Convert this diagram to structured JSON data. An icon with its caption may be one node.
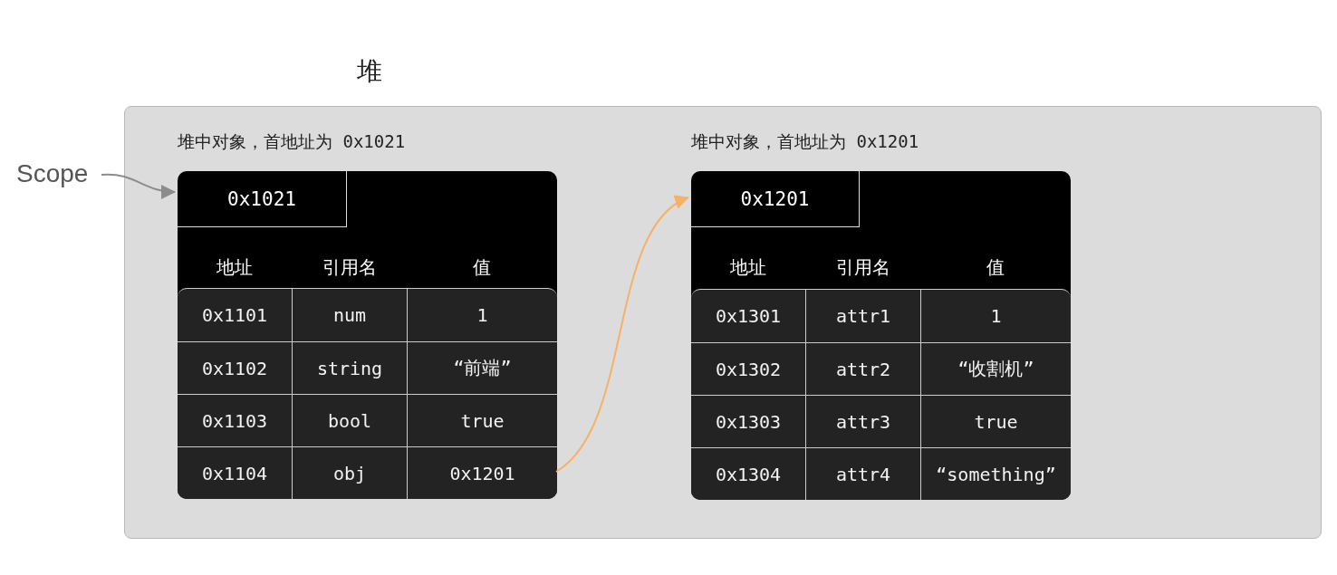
{
  "diagram": {
    "nodes": [
      {
        "text": [
          "堆"
        ]
      },
      {
        "text": [
          "Scope"
        ]
      },
      {
        "text": [
          "堆中对象，首地址为 0x1021"
        ],
        "in": 0
      },
      {
        "text": [
          "0x1021"
        ],
        "in": 2
      },
      {
        "text": [
          "0x1201"
        ],
        "in": 2
      },
      {
        "text": [
          "堆中对象，首地址为 0x1201"
        ],
        "in": 0
      },
      {
        "text": [
          "0x1201"
        ],
        "in": 5
      }
    ],
    "edges": [
      {
        "from": 1,
        "to": 3,
        "arrow": "to",
        "color": "#8c8c8c"
      },
      {
        "from": 4,
        "to": 6,
        "arrow": "to",
        "color": "#f5b266"
      }
    ],
    "labels": [
      "地址",
      "引用名",
      "值",
      "0x1101",
      "num",
      "1",
      "0x1102",
      "string",
      "“前端”",
      "0x1103",
      "bool",
      "true",
      "0x1104",
      "obj",
      "地址",
      "引用名",
      "值",
      "0x1301",
      "attr1",
      "1",
      "0x1302",
      "attr2",
      "“收割机”",
      "0x1303",
      "attr3",
      "true",
      "0x1304",
      "attr4",
      "“something”"
    ]
  }
}
